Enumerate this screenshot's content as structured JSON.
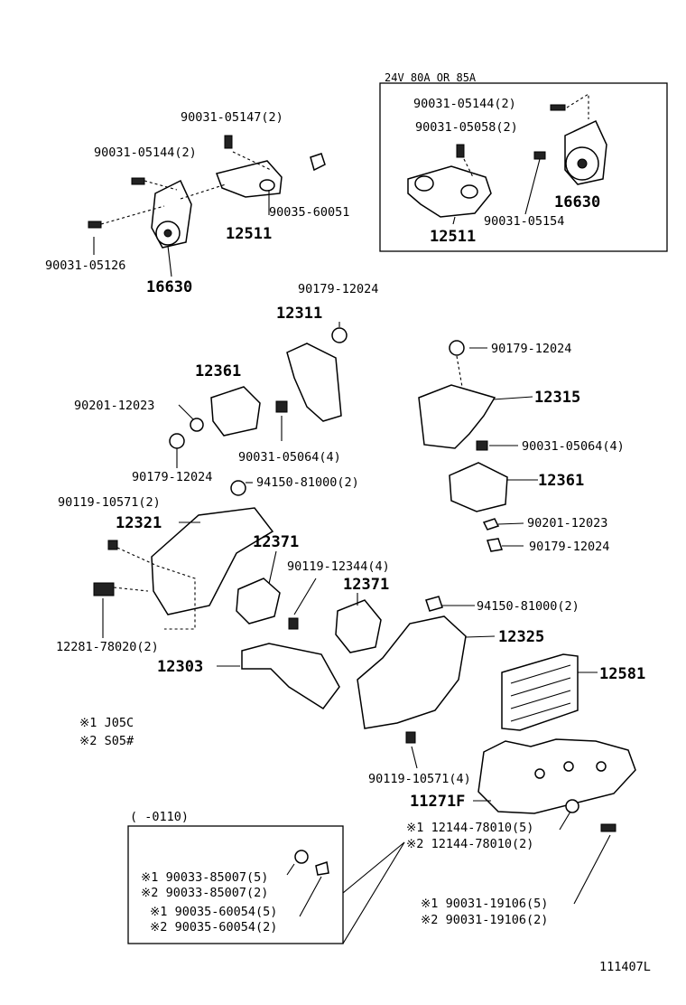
{
  "labels": {
    "l1": "24V 80A OR 85A",
    "l2": "90031-05144(2)",
    "l3": "90031-05058(2)",
    "l4": "16630",
    "l5": "90031-05154",
    "l6": "12511",
    "l7": "90031-05147(2)",
    "l8": "90031-05144(2)",
    "l9": "90035-60051",
    "l10": "12511",
    "l11": "90031-05126",
    "l12": "16630",
    "l13": "90179-12024",
    "l14": "12311",
    "l15": "90179-12024",
    "l16": "12361",
    "l17": "12315",
    "l18": "90201-12023",
    "l19": "90031-05064(4)",
    "l20": "90031-05064(4)",
    "l21": "90179-12024",
    "l22": "94150-81000(2)",
    "l23": "12361",
    "l24": "90119-10571(2)",
    "l25": "12321",
    "l26": "90201-12023",
    "l27": "12371",
    "l28": "90179-12024",
    "l29": "90119-12344(4)",
    "l30": "12371",
    "l31": "94150-81000(2)",
    "l32": "12281-78020(2)",
    "l33": "12325",
    "l34": "12303",
    "l35": "12581",
    "l36": "※1 J05C",
    "l37": "※2 S05#",
    "l38": "90119-10571(4)",
    "l39": "11271F",
    "l40": "(    -0110)",
    "l41": "※1 12144-78010(5)",
    "l42": "※2 12144-78010(2)",
    "l43": "※1 90033-85007(5)",
    "l44": "※2 90033-85007(2)",
    "l45": "※1 90035-60054(5)",
    "l46": "※2 90035-60054(2)",
    "l47": "※1 90031-19106(5)",
    "l48": "※2 90031-19106(2)",
    "l49": "111407L"
  }
}
